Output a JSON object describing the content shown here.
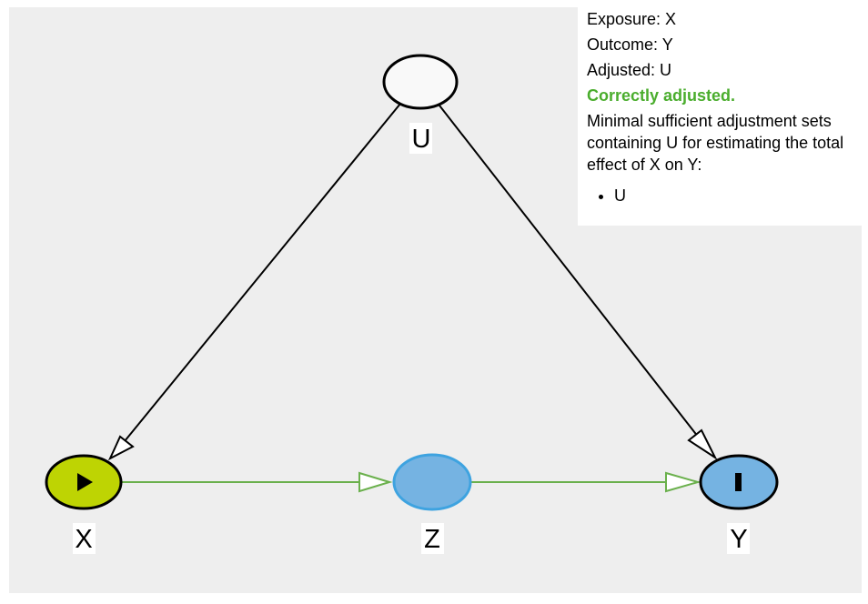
{
  "info": {
    "exposure": "Exposure: X",
    "outcome": "Outcome: Y",
    "adjusted": "Adjusted: U",
    "status": "Correctly adjusted.",
    "description": "Minimal sufficient adjustment sets containing U for estimating the total effect of X on Y:",
    "sets": [
      "U"
    ]
  },
  "nodes": {
    "U": {
      "label": "U",
      "fill": "#f9f9f9",
      "stroke": "#000000"
    },
    "X": {
      "label": "X",
      "fill": "#bed403",
      "stroke": "#000000",
      "marker": "exposure-play-icon"
    },
    "Z": {
      "label": "Z",
      "fill": "#75b3e2",
      "stroke": "#3ea3e0"
    },
    "Y": {
      "label": "Y",
      "fill": "#75b3e2",
      "stroke": "#000000",
      "marker": "outcome-bar-icon"
    }
  },
  "edges": [
    {
      "from": "U",
      "to": "X",
      "color": "#000000"
    },
    {
      "from": "U",
      "to": "Y",
      "color": "#000000"
    },
    {
      "from": "X",
      "to": "Z",
      "color": "#6ab04c"
    },
    {
      "from": "Z",
      "to": "Y",
      "color": "#6ab04c"
    }
  ],
  "colors": {
    "background": "#eeeeee",
    "causal_path": "#6ab04c",
    "status_ok": "#4aad2d"
  }
}
